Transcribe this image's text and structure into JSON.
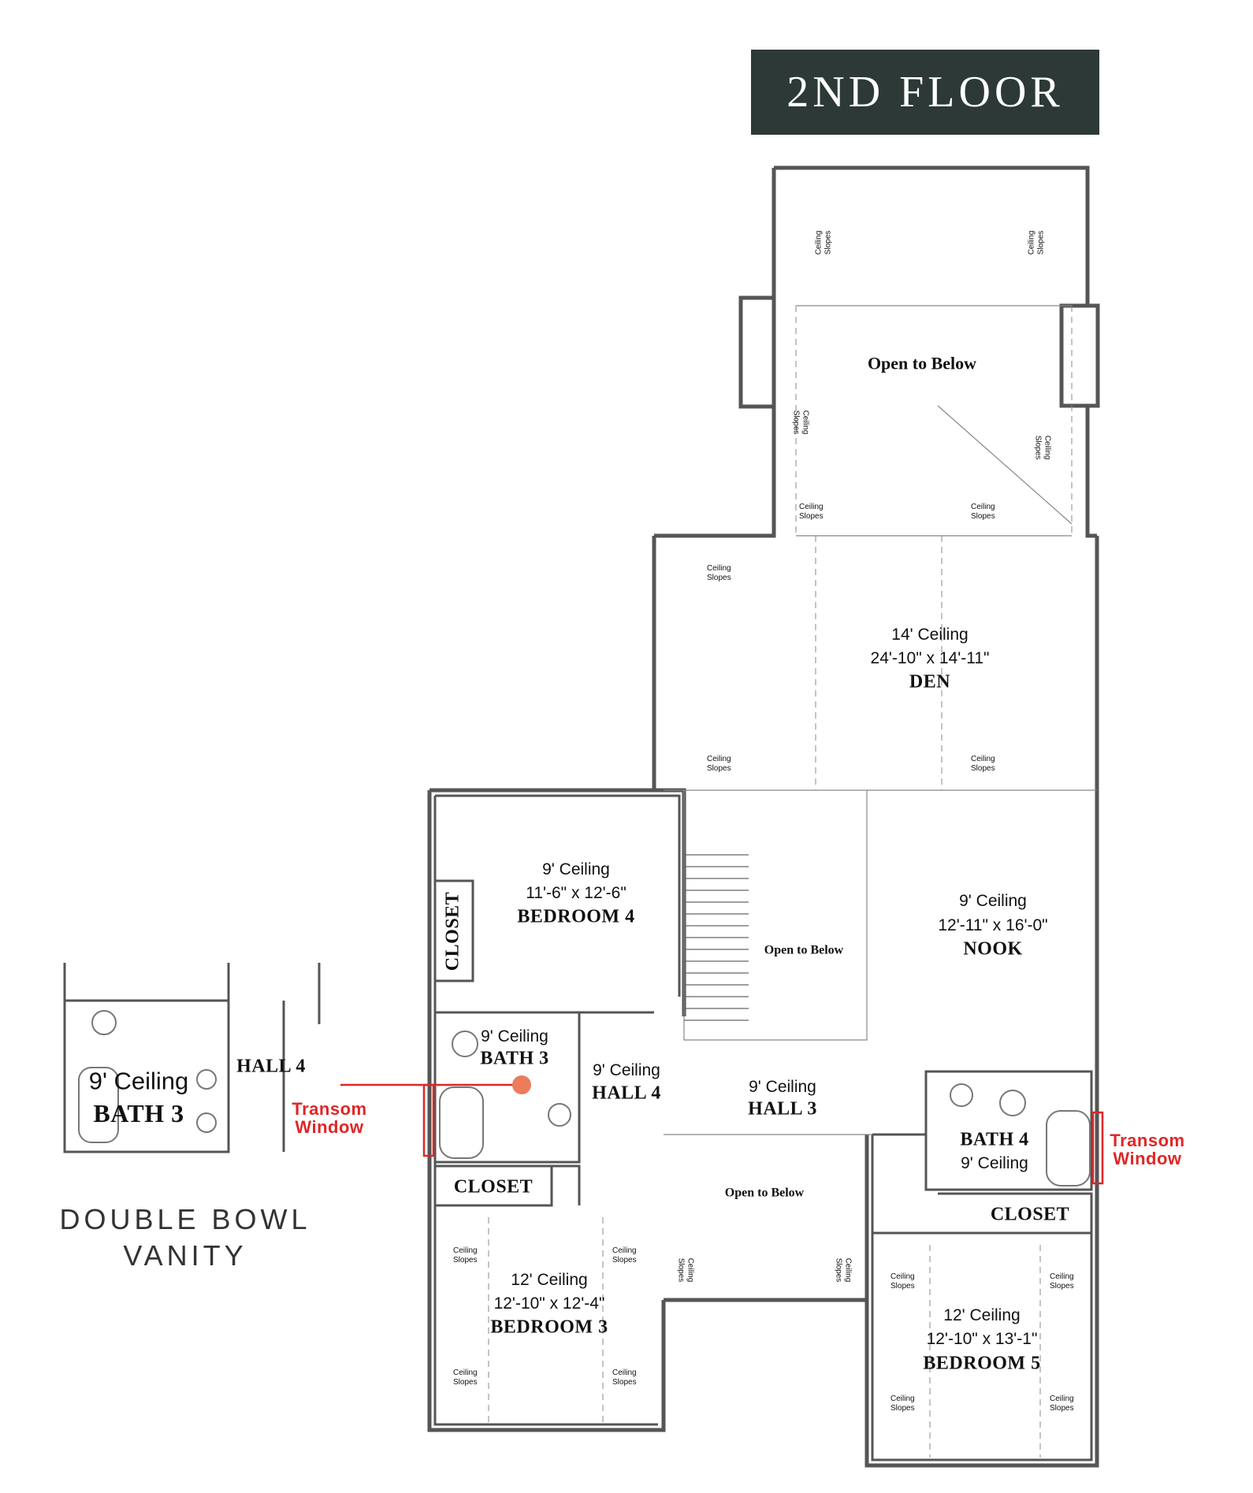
{
  "title": "2ND FLOOR",
  "transom_label_line1": "Transom",
  "transom_label_line2": "Window",
  "ceiling_slopes": [
    "Ceiling",
    "Slopes"
  ],
  "inset": {
    "caption_line1": "DOUBLE BOWL",
    "caption_line2": "VANITY",
    "bath_ceiling": "9' Ceiling",
    "bath_name": "BATH 3",
    "hall_name": "HALL 4"
  },
  "rooms": {
    "open_upper": "Open to Below",
    "den": {
      "ceiling": "14' Ceiling",
      "size": "24'-10\" x 14'-11\"",
      "name": "DEN"
    },
    "bedroom4": {
      "ceiling": "9' Ceiling",
      "size": "11'-6\" x 12'-6\"",
      "name": "BEDROOM 4"
    },
    "closet_vertical": "CLOSET",
    "stair_open": "Open to Below",
    "nook": {
      "ceiling": "9' Ceiling",
      "size": "12'-11\" x 16'-0\"",
      "name": "NOOK"
    },
    "bath3": {
      "ceiling": "9' Ceiling",
      "name": "BATH 3"
    },
    "hall4": {
      "ceiling": "9' Ceiling",
      "name": "HALL 4"
    },
    "hall3": {
      "ceiling": "9' Ceiling",
      "name": "HALL 3"
    },
    "bath4": {
      "name": "BATH 4",
      "ceiling": "9' Ceiling"
    },
    "closet_b3": "CLOSET",
    "closet_b5": "CLOSET",
    "open_lower": "Open to Below",
    "bedroom3": {
      "ceiling": "12' Ceiling",
      "size": "12'-10\" x 12'-4\"",
      "name": "BEDROOM 3"
    },
    "bedroom5": {
      "ceiling": "12' Ceiling",
      "size": "12'-10\" x 13'-1\"",
      "name": "BEDROOM 5"
    }
  },
  "colors": {
    "title_bg": "#2c3936",
    "transom": "#e02626",
    "marker": "#ec7c5c",
    "wall": "#555555"
  }
}
